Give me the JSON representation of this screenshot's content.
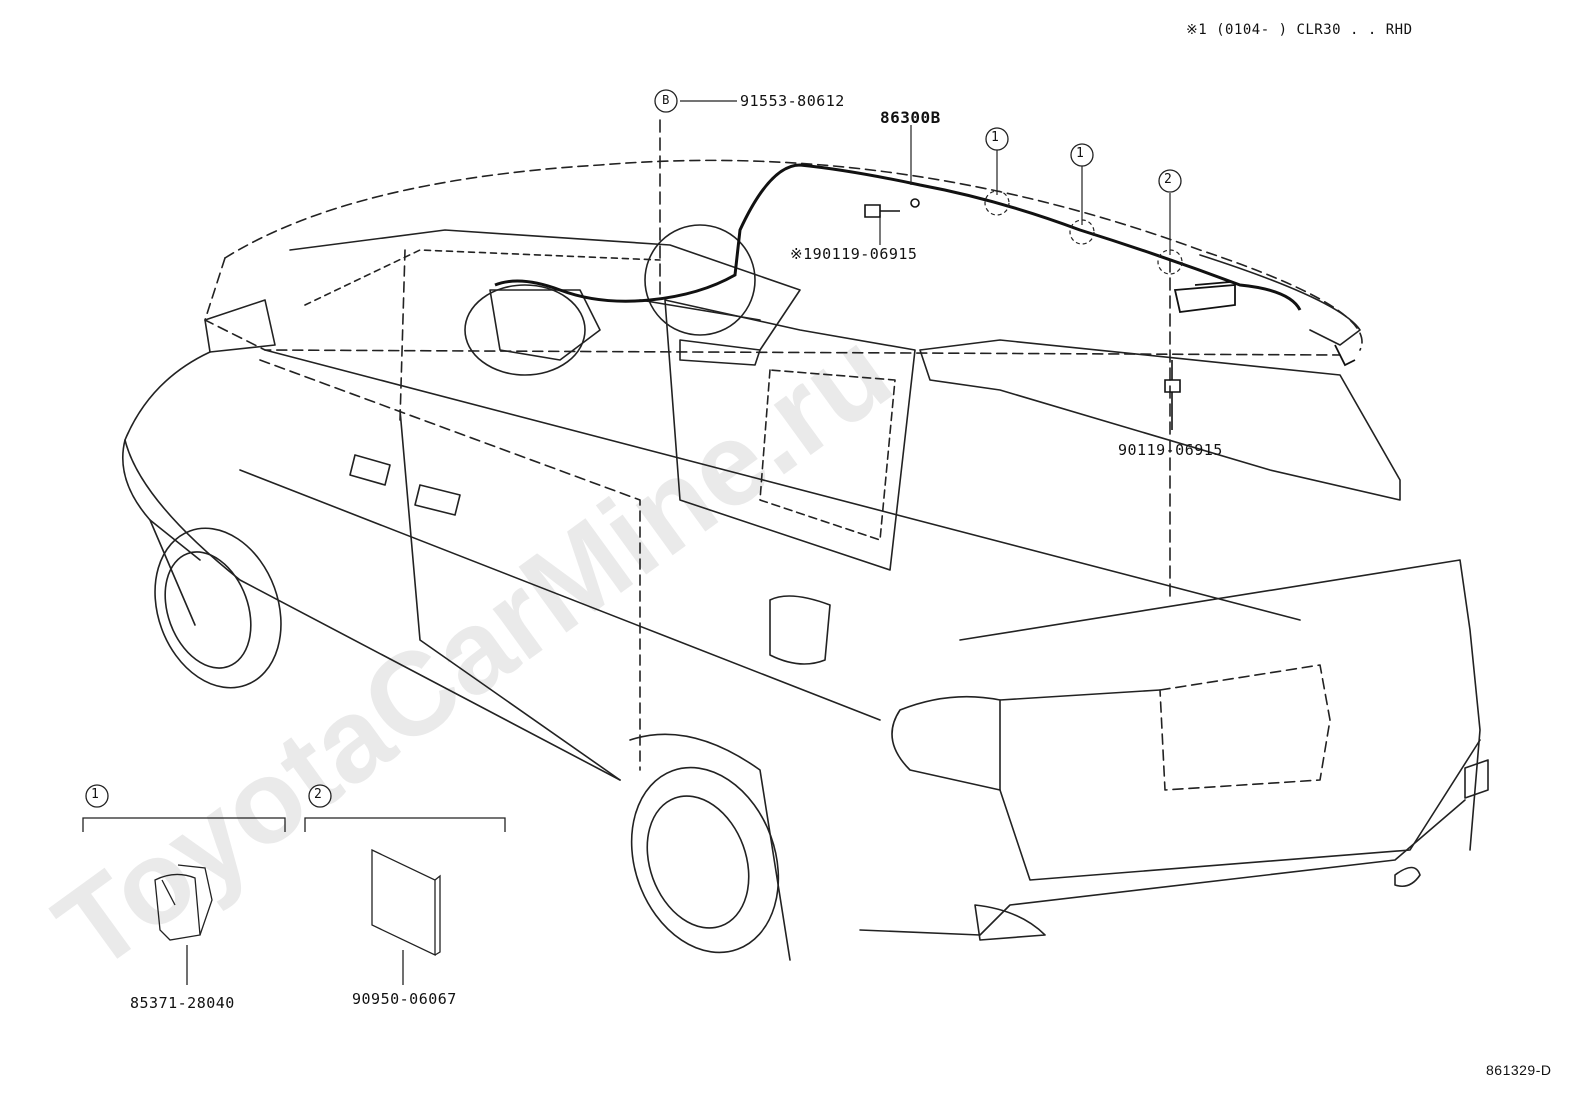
{
  "header": {
    "applicability": "※1 (0104-      ) CLR30 . . RHD"
  },
  "watermark": "ToyotaCarMine.ru",
  "diagram_code": "861329-D",
  "callouts": {
    "ref_b_symbol": "B",
    "part_91553": "91553-80612",
    "part_86300b": "86300B",
    "part_90119_note": "※190119-06915",
    "part_90119": "90119-06915",
    "ref_1a": "1",
    "ref_1b": "1",
    "ref_2a": "2"
  },
  "detail_boxes": [
    {
      "ref": "1",
      "part_no": "85371-28040"
    },
    {
      "ref": "2",
      "part_no": "90950-06067"
    }
  ],
  "colors": {
    "line": "#222222",
    "watermark": "#e8e8e8",
    "background": "#ffffff"
  }
}
